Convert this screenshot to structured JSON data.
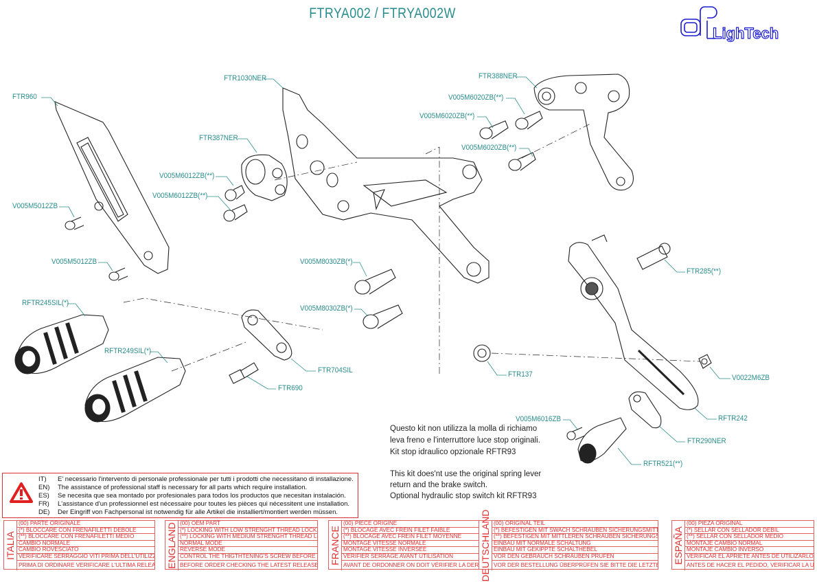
{
  "title": "FTRYA002 / FTRYA002W",
  "logo": {
    "text": "LighTech",
    "color": "#1a1ad0"
  },
  "colors": {
    "label": "#2a8c8c",
    "warning": "#d93030",
    "table": "#e03030"
  },
  "part_labels": {
    "ftr960": "FTR960",
    "ftr1030ner": "FTR1030NER",
    "ftr387ner": "FTR387NER",
    "v005m6012zb_1": "V005M6012ZB(**)",
    "v005m6012zb_2": "V005M6012ZB(**)",
    "v005m5012zb_1": "V005M5012ZB",
    "v005m5012zb_2": "V005M5012ZB",
    "ftr388ner": "FTR388NER",
    "v005m6020zb_1": "V005M6020ZB(**)",
    "v005m6020zb_2": "V005M6020ZB(**)",
    "v005m6020zb_3": "V005M6020ZB(**)",
    "v005m8030zb_1": "V005M8030ZB(*)",
    "v005m8030zb_2": "V005M8030ZB(*)",
    "rftr245sil": "RFTR245SIL(*)",
    "rftr249sil": "RFTR249SIL(*)",
    "ftr704sil": "FTR704SIL",
    "ftr690": "FTR690",
    "ftr137": "FTR137",
    "ftr285": "FTR285(**)",
    "v0022m6zb": "V0022M6ZB",
    "rftr242": "RFTR242",
    "v005m6016zb": "V005M6016ZB",
    "ftr290ner": "FTR290NER",
    "rftr521": "RFTR521(**)"
  },
  "notes": {
    "it": [
      "Questo kit non utilizza la molla di richiamo",
      "leva freno e l'interruttore luce stop originali.",
      "Kit stop idraulico opzionale RFTR93"
    ],
    "en": [
      "This kit does'nt use the original spring lever",
      "return and the brake switch.",
      "Optional hydraulic stop switch kit RFTR93"
    ]
  },
  "warning": {
    "icon": "warning-triangle-icon",
    "rows": [
      {
        "code": "IT)",
        "text": "E' necessario l'intervento di personale professionale per tutti i prodotti che necessitano di installazione."
      },
      {
        "code": "EN)",
        "text": "The assistance of professional staff is necessary for all parts which require installation."
      },
      {
        "code": "ES)",
        "text": "Se necesita que sea montado por profesionales para todos los productos que necesitan instalación."
      },
      {
        "code": "FR)",
        "text": "L'assistance d'un professionnel est nécessaire pour toutes les pièces qui nécessitent une installation."
      },
      {
        "code": "DE)",
        "text": "Der Eingriff von Fachpersonal ist notwendig  für alle Artikel die installiert/montiert werden müssen."
      }
    ]
  },
  "legend_tables": [
    {
      "country": "ITALIA",
      "lines": [
        "(00) PARTE ORIGINALE",
        "(*)   BLOCCARE CON FRENAFILETTI DEBOLE",
        "(**)  BLOCCARE CON FRENAFILETTI MEDIO",
        "CAMBIO NORMALE",
        "CAMBIO ROVESCIATO",
        "VERIFICARE SERRAGGIO VITI PRIMA DELL'UTILIZZO",
        "PRIMA DI ORDINARE VERIFICARE L'ULTIMA RELEASE SUL SITO"
      ]
    },
    {
      "country": "ENGLAND",
      "lines": [
        "(00) OEM PART",
        "(*)   LOCKING WITH LOW STRENGHT THREAD LOCKER",
        "(**)  LOCKING WITH MEDIUM STRENGHT THREAD LOCKER",
        "NORMAL MODE",
        "REVERSE MODE",
        "CONTROL THE THIGTHTENING'S SCREW BEFORE USING",
        "BEFORE ORDER CHECKING THE LATEST RELEASE ON WEBSITE"
      ]
    },
    {
      "country": "FRANCE",
      "lines": [
        "(00) PIECE ORIGINE",
        "(*)   BLOCAGE AVEC FREIN FILET FAIBLE",
        "(**)  BLOCAGE AVEC FREIN FILET MOYENNE",
        "MONTAGE VITESSE NORMALE",
        "MONTAGE VITESSE INVERSEE",
        "VERIFIER SERRAGE AVANT UTILISATION",
        "AVANT DE ORDONNER ON DOIT VÉRIFIER LA DERNIÈRE RELEASE SUR LE SITE INTERNET"
      ]
    },
    {
      "country": "DEUTSCHLAND",
      "lines": [
        "(00) ORIGINAL TEIL",
        "(*)   BEFESTIGEN MIT SWACH SCHRAUBEN SICHERUNGSMITTEL",
        "(**)  BEFESTIGEN MIT MITTLEREN SCHRAUBEN SICHERUNGSMITTEL",
        "EINBAU MIT NORMALE SCHALTUNG",
        "EINBAU MIT GEKIPPTE SCHALTHEBEL",
        "VOR DEN GEBRAUCH SCHRAUBEN PRÜFEN",
        "VOR DER BESTELLUNG ÜBERPRÜFEN SIE BITTE DIE LETZTE VERSION DIESER ARTIKEL AUF DER INTERNET SEITE VON LIGHTECH"
      ]
    },
    {
      "country": "ESPAÑA",
      "lines": [
        "(00) PIEZA ORIGINAL",
        "(*)   SELLAR CON SELLADOR DEBIL",
        "(**)  SELLAR CON SELLADOR MEDIO",
        "MONTAJE  CAMBIO NORMAL",
        "MONTAJE CAMBIO INVERSO",
        "VERIFICAR EL APRIETE ANTES DE UTILIZARLO",
        "ANTES DE HACER EL PEDIDO, VERIFICAR LA ULTIMA VERSION EN LA WEB LIGHTECH"
      ]
    }
  ]
}
